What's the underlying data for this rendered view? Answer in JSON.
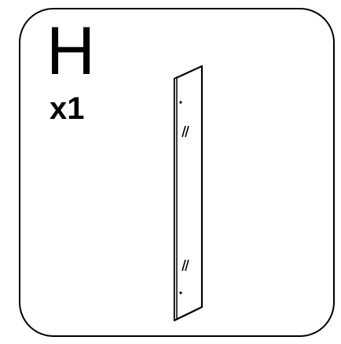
{
  "part": {
    "letter": "H",
    "quantity": "x1"
  },
  "illustration": {
    "subject": "mirror-panel",
    "glass_marks": 2,
    "hole_marks": 2,
    "stroke_color": "#000000",
    "fill_color": "#ffffff"
  }
}
